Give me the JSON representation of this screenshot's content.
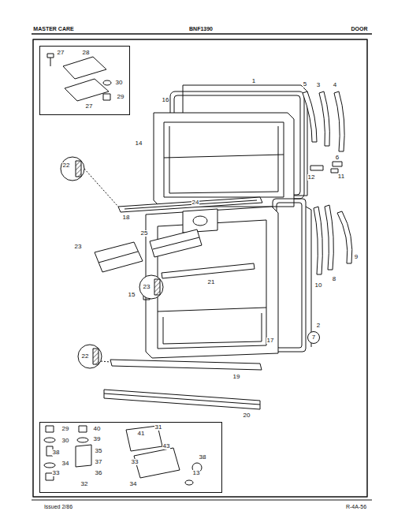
{
  "diagram": {
    "nodes": [
      {
        "text": [
          "27",
          "28",
          "30",
          "29",
          "27"
        ]
      },
      {
        "text": [
          "29",
          "40",
          "30",
          "39",
          "38",
          "35",
          "34",
          "37",
          "33",
          "36",
          "32",
          "31",
          "41",
          "43",
          "33",
          "34",
          "38",
          "13"
        ]
      },
      {
        "text": [
          "7"
        ]
      }
    ],
    "labels": [
      "MASTER CARE",
      "BNF1390",
      "DOOR",
      "1",
      "16",
      "5",
      "3",
      "4",
      "14",
      "6",
      "12",
      "11",
      "22",
      "18",
      "24",
      "25",
      "23",
      "21",
      "23",
      "15",
      "9",
      "8",
      "10",
      "2",
      "22",
      "17",
      "19",
      "20",
      "Issued 2/86",
      "R-4A-56"
    ]
  }
}
